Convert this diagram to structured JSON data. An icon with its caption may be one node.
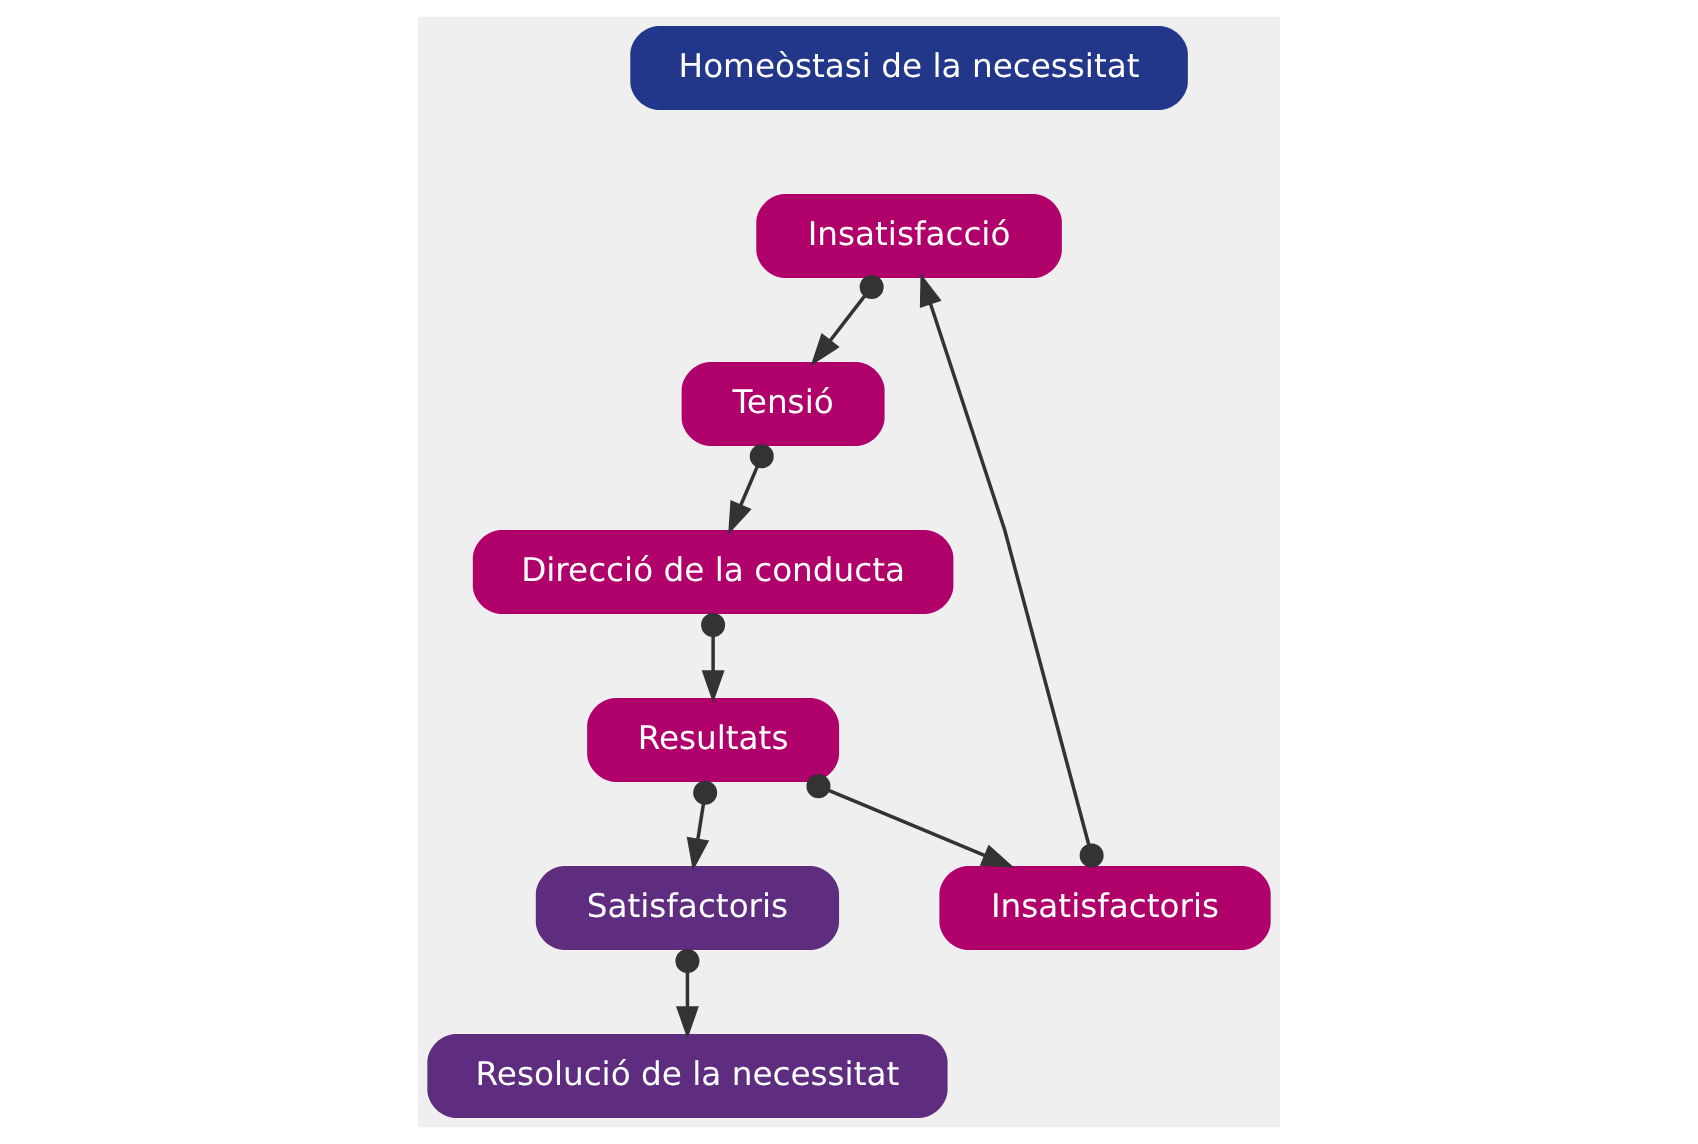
{
  "diagram": {
    "nodes": [
      {
        "text": [
          "Homeòstasi de la necessitat"
        ]
      },
      {
        "text": [
          "Insatisfacció"
        ]
      },
      {
        "text": [
          "Resolució de la necessitat"
        ]
      },
      {
        "text": [
          "Insatisfactoris"
        ]
      },
      {
        "text": [
          "Satisfactoris"
        ]
      },
      {
        "text": [
          "Tensió"
        ]
      },
      {
        "text": [
          "Resultats"
        ]
      },
      {
        "text": [
          "Direcció de la conducta"
        ]
      }
    ],
    "edges": [
      {
        "from": 3,
        "to": 1,
        "arrow": "to"
      },
      {
        "from": 1,
        "to": 5,
        "arrow": "to"
      },
      {
        "from": 5,
        "to": 7,
        "arrow": "to"
      },
      {
        "from": 7,
        "to": 6,
        "arrow": "to"
      },
      {
        "from": 6,
        "to": 3,
        "arrow": "to"
      },
      {
        "from": 6,
        "to": 4,
        "arrow": "to"
      },
      {
        "from": 4,
        "to": 2,
        "arrow": "to"
      }
    ]
  }
}
